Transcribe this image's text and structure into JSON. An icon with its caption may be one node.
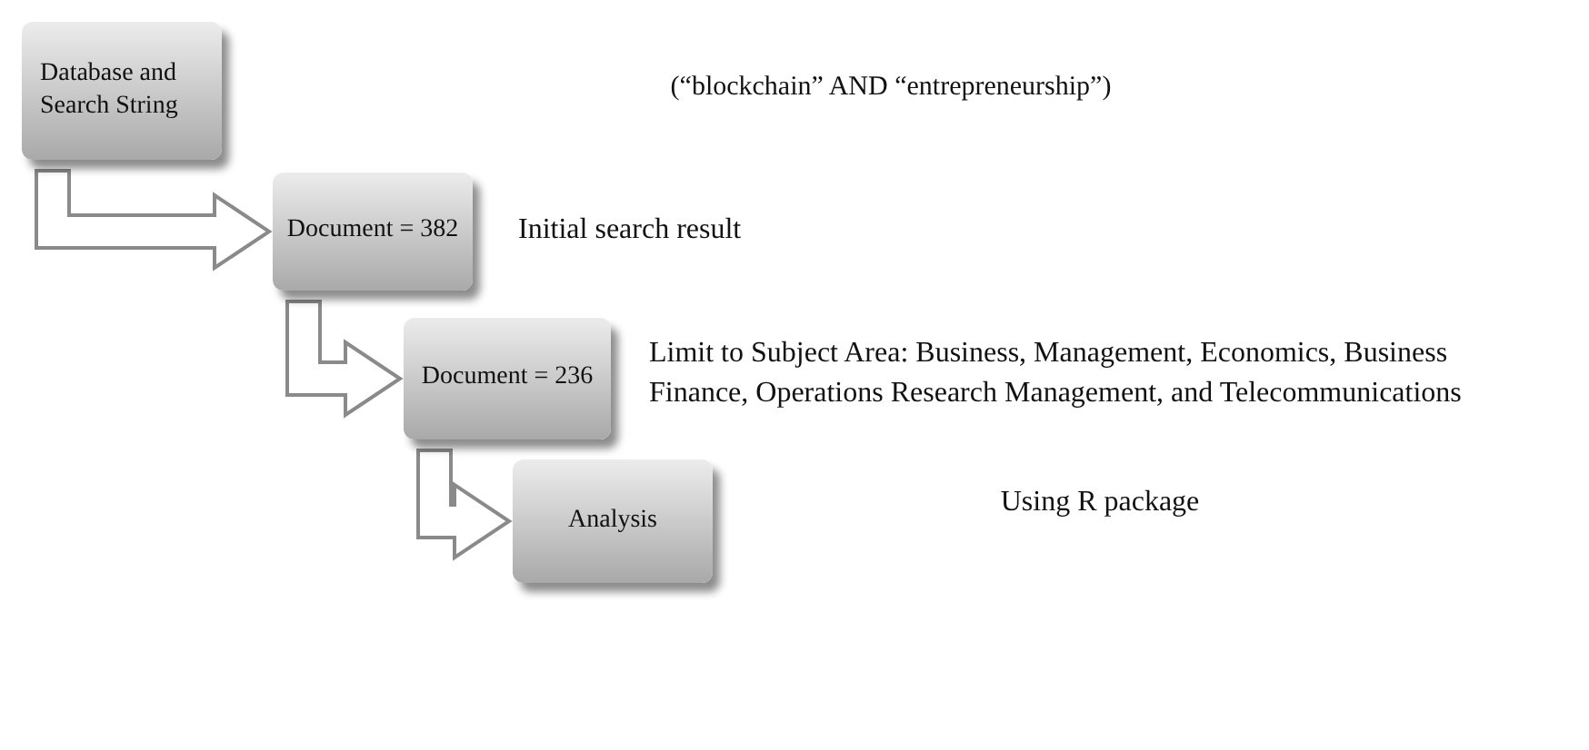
{
  "diagram": {
    "nodes": [
      {
        "text": [
          "Database and Search String"
        ]
      },
      {
        "text": [
          "Document = 382"
        ],
        "beside": [
          "Initial search result"
        ]
      },
      {
        "text": [
          "Document = 236"
        ],
        "beside": [
          "Limit to Subject Area: Business, Management, Economics, Business Finance, Operations Research Management, and Telecommunications"
        ]
      },
      {
        "text": [
          "Analysis"
        ]
      }
    ],
    "edges": [
      {
        "from": 0,
        "to": 1,
        "arrow": "to"
      },
      {
        "from": 1,
        "to": 2,
        "arrow": "to"
      },
      {
        "from": 2,
        "to": 3,
        "arrow": "to"
      }
    ],
    "labels": [
      "(“blockchain” AND “entrepreneurship”)",
      "Using R package"
    ]
  }
}
